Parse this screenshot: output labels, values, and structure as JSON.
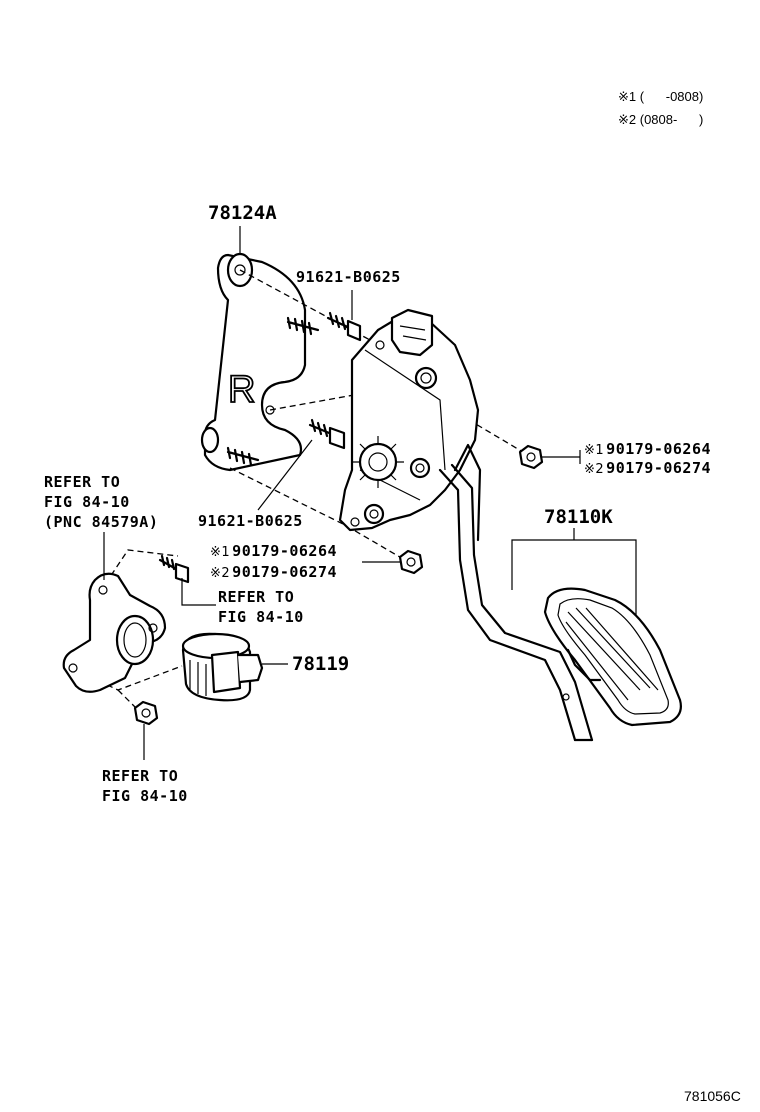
{
  "legend": {
    "note1_mark": "※1",
    "note1_range": "(      -0808)",
    "note2_mark": "※2",
    "note2_range": "(0808-      )"
  },
  "parts": {
    "bracket": "78124A",
    "bolt_upper": "91621-B0625",
    "bolt_lower": "91621-B0625",
    "nut_right_1": "90179-06264",
    "nut_right_2": "90179-06274",
    "nut_lower_1": "90179-06264",
    "nut_lower_2": "90179-06274",
    "pedal_assy": "78110K",
    "sensor": "78119"
  },
  "marks": {
    "m1": "※1",
    "m2": "※2",
    "bracket_letter": "R"
  },
  "refs": {
    "ref_a_line1": "REFER TO",
    "ref_a_line2": "FIG 84-10",
    "ref_a_line3": "(PNC 84579A)",
    "ref_b_line1": "REFER TO",
    "ref_b_line2": "FIG 84-10",
    "ref_c_line1": "REFER TO",
    "ref_c_line2": "FIG 84-10"
  },
  "figure_code": "781056C"
}
